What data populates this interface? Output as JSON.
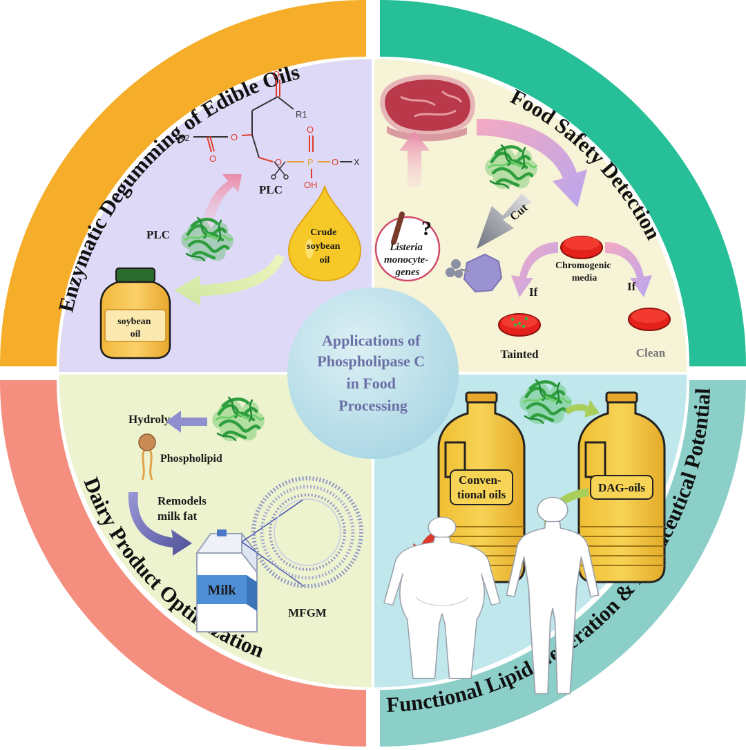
{
  "center": {
    "title_lines": [
      "Applications of",
      "Phospholipase C",
      "in Food",
      "Processing"
    ]
  },
  "quadrants": {
    "top_left": {
      "title": "Enzymatic Degumming of Edible Oils",
      "plc_top": "PLC",
      "plc_side": "PLC",
      "crude_oil_lines": [
        "Crude",
        "soybean",
        "oil"
      ],
      "jar_label_lines": [
        "soybean",
        "oil"
      ],
      "chem": {
        "r1": "R1",
        "r2": "R2",
        "o": "O",
        "p": "P",
        "oh": "OH",
        "x": "X"
      }
    },
    "top_right": {
      "title": "Food Safety Detection",
      "cut": "Cut",
      "question": "?",
      "listeria_lines": [
        "Listeria",
        "monocyte-",
        "genes"
      ],
      "chromogenic_lines": [
        "Chromogenic",
        "media"
      ],
      "if_left": "If",
      "if_right": "If",
      "tainted": "Tainted",
      "clean": "Clean"
    },
    "bottom_left": {
      "title": "Dairy Product Optimization",
      "hydrolysis": "Hydrolysis",
      "phospholipid": "Phospholipid",
      "remodels_lines": [
        "Remodels",
        "milk fat"
      ],
      "milk": "Milk",
      "mfgm": "MFGM"
    },
    "bottom_right": {
      "title": "Functional Lipid Generation & Nutraceutical Potential",
      "conventional_lines": [
        "Conven-",
        "tional oils"
      ],
      "dag_oils": "DAG-oils"
    }
  },
  "colors": {
    "ring_top_left": "#f5ad2a",
    "ring_top_right": "#26bf97",
    "ring_bottom_left": "#f48e7e",
    "ring_bottom_right": "#8ccfc9",
    "bg_top_left": "#ddd9f7",
    "bg_top_right": "#f6f3d6",
    "bg_bottom_left": "#eef3cf",
    "bg_bottom_right": "#bfe7ec",
    "center": "#c3e3ec",
    "protein": "#35b44a",
    "oil_yellow": "#f2c93a",
    "petri_red": "#e4211b"
  },
  "icons": [
    "protein-ribbon-icon",
    "meat-steak-icon",
    "soybean-oil-jar-icon",
    "oil-drop-icon",
    "petri-dish-icon",
    "bacterium-icon",
    "milk-carton-icon",
    "oil-bottle-icon",
    "human-body-icon",
    "scissors-icon"
  ]
}
